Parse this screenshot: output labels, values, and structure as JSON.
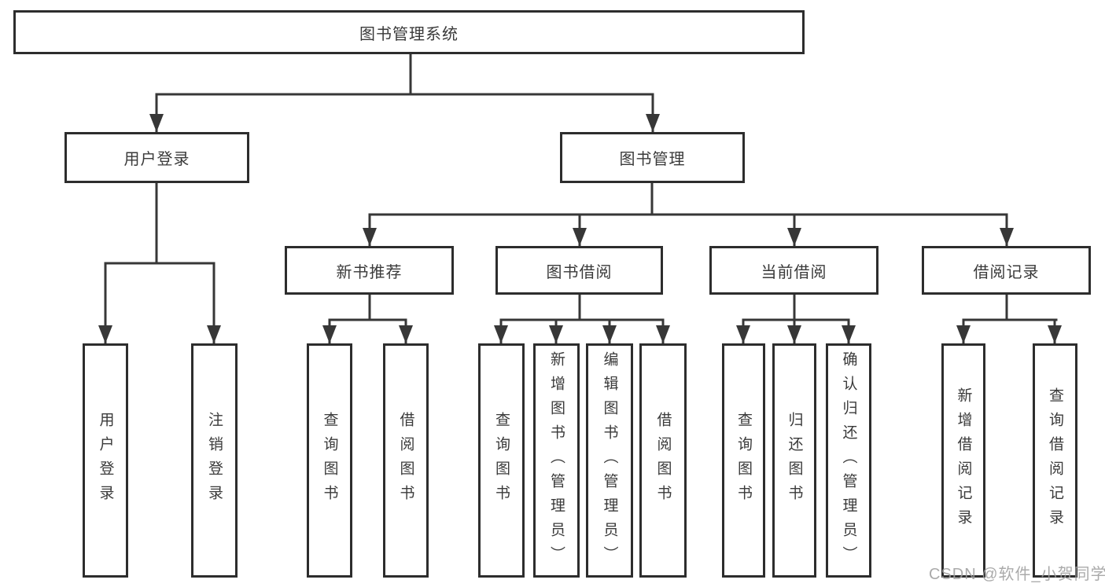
{
  "diagram": {
    "root": {
      "label": "图书管理系统"
    },
    "level2": [
      {
        "label": "用户登录"
      },
      {
        "label": "图书管理"
      }
    ],
    "level3": [
      {
        "label": "新书推荐"
      },
      {
        "label": "图书借阅"
      },
      {
        "label": "当前借阅"
      },
      {
        "label": "借阅记录"
      }
    ],
    "leaves": [
      {
        "label": "用户登录"
      },
      {
        "label": "注销登录"
      },
      {
        "label": "查询图书"
      },
      {
        "label": "借阅图书"
      },
      {
        "label": "查询图书"
      },
      {
        "label": "新增图书（管理员）"
      },
      {
        "label": "编辑图书（管理员）"
      },
      {
        "label": "借阅图书"
      },
      {
        "label": "查询图书"
      },
      {
        "label": "归还图书"
      },
      {
        "label": "确认归还（管理员）"
      },
      {
        "label": "新增借阅记录"
      },
      {
        "label": "查询借阅记录"
      }
    ]
  },
  "watermark": {
    "text": "CSDN @软件_小贺同学"
  },
  "colors": {
    "line": "#373737",
    "box_border": "#2d2d2d",
    "text": "#3a3a3a",
    "watermark": "#9e9e9e",
    "background": "#ffffff"
  }
}
